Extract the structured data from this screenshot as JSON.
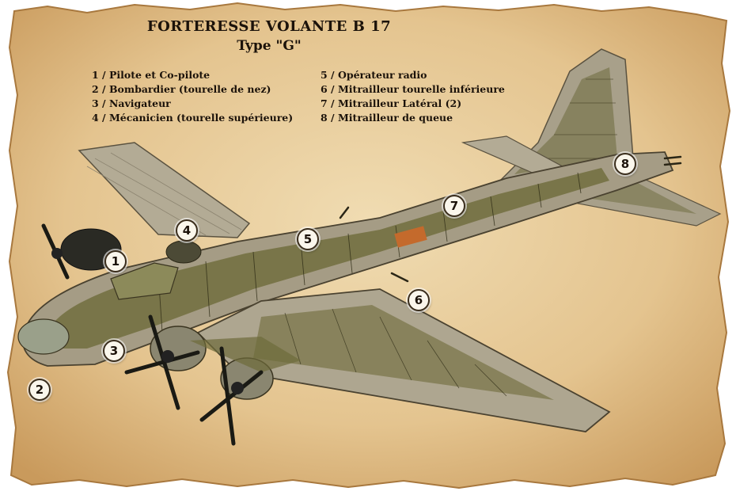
{
  "title": "FORTERESSE VOLANTE B 17",
  "subtitle": "Type \"G\"",
  "legend_left": [
    "1 / Pilote et Co-pilote",
    "2 / Bombardier (tourelle de nez)",
    "3 / Navigateur",
    "4 / Mécanicien (tourelle supérieure)"
  ],
  "legend_right": [
    "5 / Opérateur radio",
    "6 / Mitrailleur tourelle inférieure",
    "7 / Mitrailleur Latéral (2)",
    "8 / Mitrailleur de queue"
  ],
  "markers": [
    "1",
    "2",
    "3",
    "4",
    "5",
    "6",
    "7",
    "8"
  ],
  "colors": {
    "parchment": "#e6c99a",
    "ink": "#1b120a",
    "fuselage": "#a9a08a",
    "interior": "#6e6b3a",
    "marker_fill": "#faf6ec"
  },
  "icons": [
    "b17-cutaway-illustration",
    "propeller-icon"
  ]
}
